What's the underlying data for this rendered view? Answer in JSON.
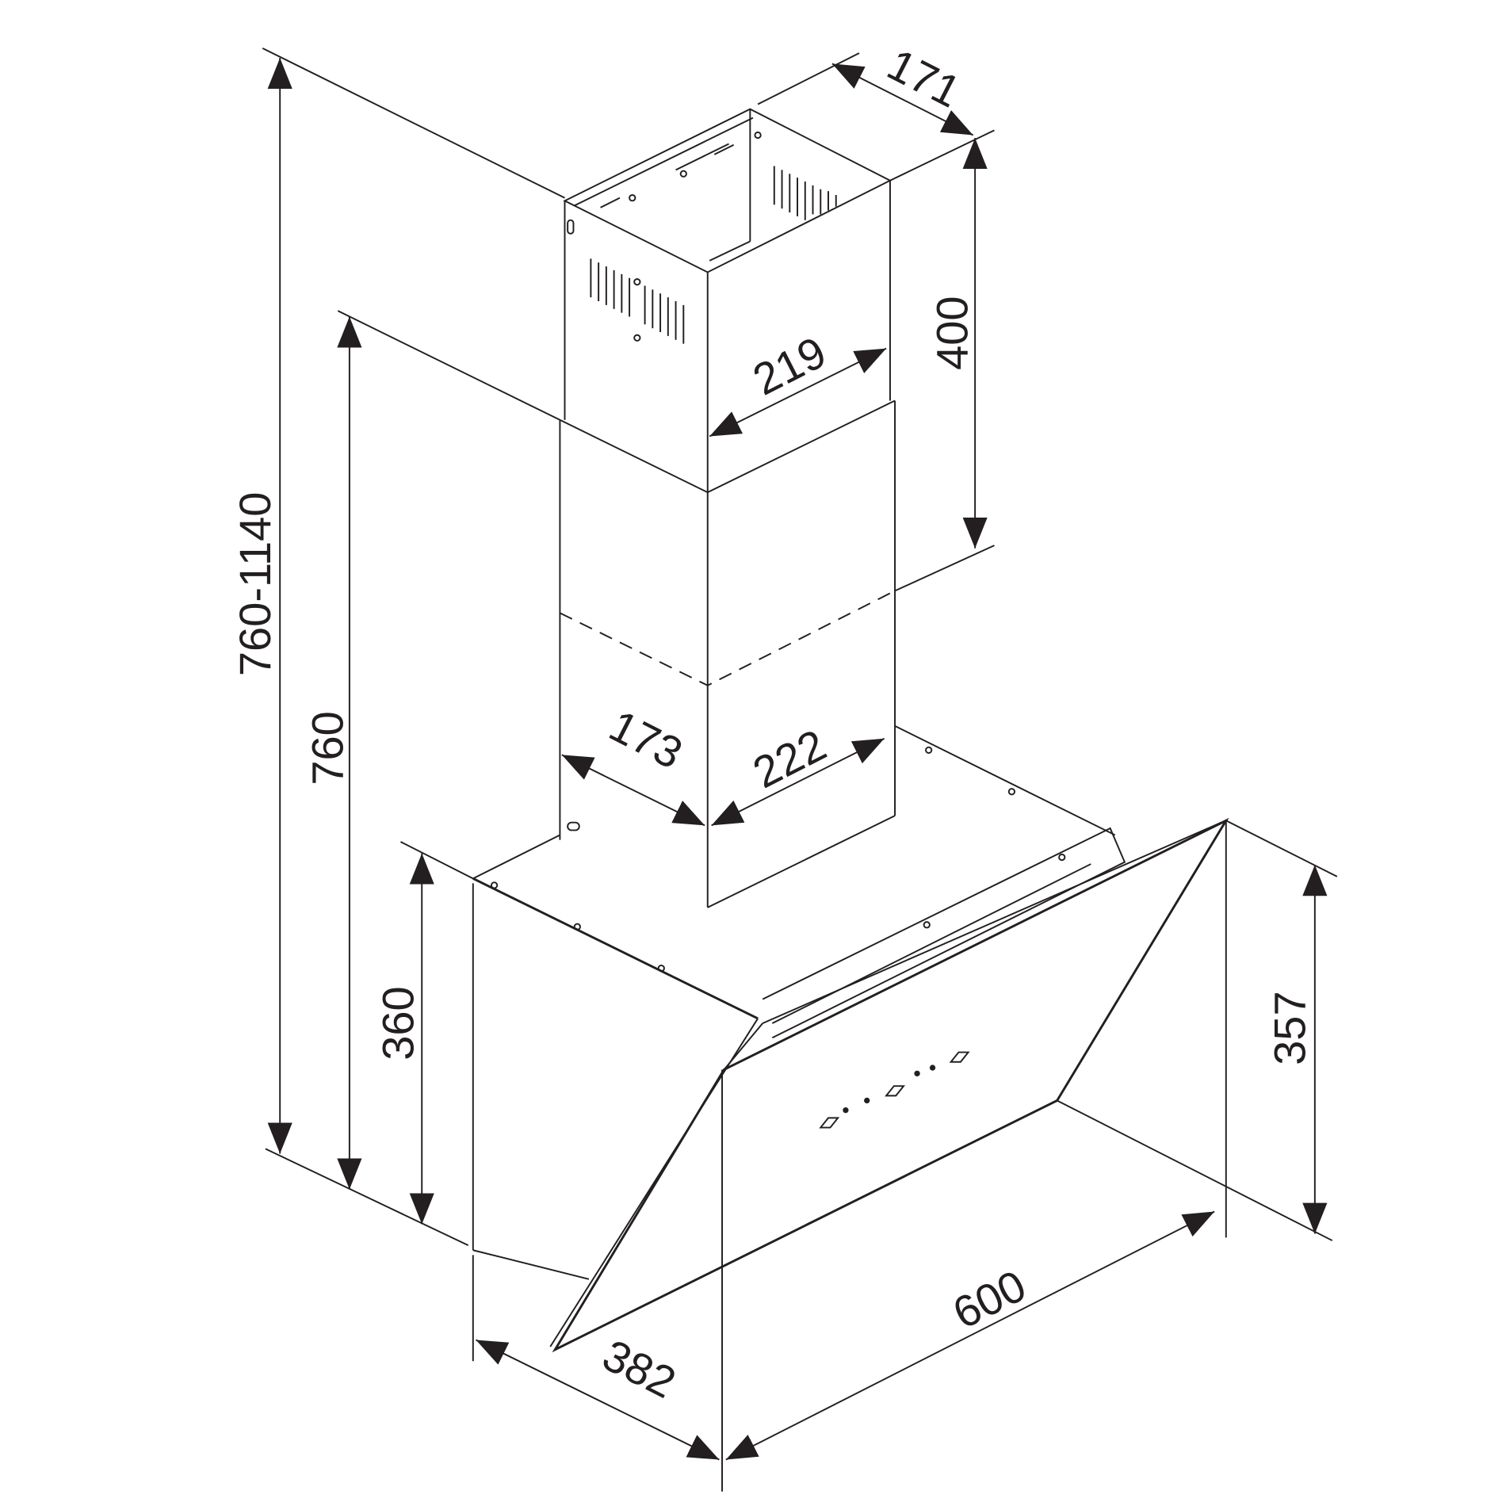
{
  "title": "Range hood dimension drawing",
  "colors": {
    "line": "#231f20",
    "background": "#ffffff"
  },
  "dimensions": {
    "total_height": "760-1140",
    "min_height": "760",
    "body_height": "360",
    "glass_height": "357",
    "upper_chimney_height": "400",
    "upper_chimney_depth": "171",
    "upper_chimney_width": "219",
    "lower_chimney_depth": "173",
    "lower_chimney_width": "222",
    "hood_width": "600",
    "hood_depth": "382"
  }
}
